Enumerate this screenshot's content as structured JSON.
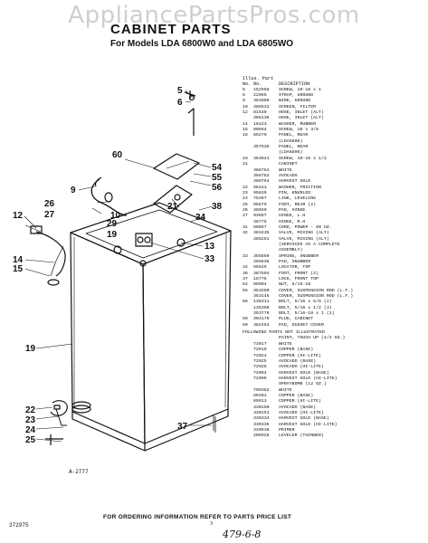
{
  "watermark": "AppliancePartsPros.com",
  "title": "CABINET PARTS",
  "subtitle": "For Models LDA 6800W0 and LDA 6805WO",
  "parts_table": {
    "header_top": "Illus. Part",
    "col_no": "No.",
    "col_part": "No.",
    "col_desc": "DESCRIPTION",
    "rows": [
      [
        "5",
        "152968",
        "SCREW, 10-16 x 1"
      ],
      [
        "6",
        "22965",
        "STRAP, GROUND"
      ],
      [
        "9",
        "384089",
        "WIRE, GROUND"
      ],
      [
        "10",
        "386531",
        "SCREEN, FILTER"
      ],
      [
        "12",
        "81539",
        "HOSE, INLET (ALT)"
      ],
      [
        "",
        "386138",
        "HOSE, INLET (ALT)"
      ],
      [
        "14",
        "16123",
        "WASHER, RUBBER"
      ],
      [
        "15",
        "90664",
        "SCREW, 10 x 3/8"
      ],
      [
        "16",
        "65279",
        "PANEL, REAR"
      ],
      [
        "",
        "",
        "(LDA6800)"
      ],
      [
        "",
        "357535",
        "PANEL, REAR"
      ],
      [
        "",
        "",
        "(LDA6805)"
      ],
      [
        "19",
        "363641",
        "SCREW, 10-16 x 1/2"
      ],
      [
        "21",
        "",
        "CABINET"
      ],
      [
        "",
        "368761",
        "WHITE"
      ],
      [
        "",
        "368763",
        "AVOCADO"
      ],
      [
        "",
        "368764",
        "HARVEST GOLD"
      ],
      [
        "22",
        "98411",
        "WASHER, FRICTION"
      ],
      [
        "23",
        "95639",
        "PIN, KNURLED"
      ],
      [
        "24",
        "75387",
        "LINK, LEVELING"
      ],
      [
        "25",
        "95679",
        "FOOT, REAR (2)"
      ],
      [
        "26",
        "38049",
        "PAD, HINGE"
      ],
      [
        "27",
        "93657",
        "HINGE, L.H"
      ],
      [
        "",
        "38775",
        "HINGE, R.H"
      ],
      [
        "31",
        "90667",
        "CORD, POWER - 60 HZ."
      ],
      [
        "32",
        "383435",
        "VALVE, MIXING (ALT)"
      ],
      [
        "",
        "385251",
        "VALVE, MIXING (ALT)"
      ],
      [
        "",
        "",
        "(SERVICED AS A COMPLETE"
      ],
      [
        "",
        "",
        "ASSEMBLY)"
      ],
      [
        "33",
        "355859",
        "SPRING, SNUBBER"
      ],
      [
        "",
        "365635",
        "PAD, SNUBBER"
      ],
      [
        "34",
        "95649",
        "LOCATOR, TOP"
      ],
      [
        "36",
        "387594",
        "FOOT, FRONT (2)"
      ],
      [
        "37",
        "18776",
        "LOCK, FRONT TOP"
      ],
      [
        "54",
        "90904",
        "NUT, 5/16-18"
      ],
      [
        "55",
        "353299",
        "COVER, SUSPENSION ROD (L.F.)"
      ],
      [
        "",
        "353145",
        "COVER, SUSPENSION ROD (L.F.)"
      ],
      [
        "56",
        "136311",
        "BOLT, 5/16 x 5/8 (2)"
      ],
      [
        "",
        "135368",
        "BOLT, 5/16 x 1/2 (3)"
      ],
      [
        "",
        "353770",
        "BOLT, 5/16-18 x 1 (1)"
      ],
      [
        "59",
        "304179",
        "PLUG, CABINET"
      ],
      [
        "60",
        "382454",
        "PAD, OUSSEY COVER"
      ]
    ],
    "following_heading": "FOLLOWING PARTS NOT ILLUSTRATED",
    "following_rows": [
      [
        "",
        "",
        "PAINT, TOUCH UP (1/2 OZ.)"
      ],
      [
        "",
        "73017",
        "WHITE"
      ],
      [
        "",
        "72019",
        "COPPER (BASE)"
      ],
      [
        "",
        "72024",
        "COPPER (HI-LITE)"
      ],
      [
        "",
        "72025",
        "AVOCADO (BASE)"
      ],
      [
        "",
        "72026",
        "AVOCADO (HI-LITE)"
      ],
      [
        "",
        "72094",
        "HARVEST GOLD (BASE)"
      ],
      [
        "",
        "72095",
        "HARVEST GOLD (HI-LITE)"
      ],
      [
        "",
        "",
        "SPRAYBOMB (12 OZ.)"
      ],
      [
        "",
        "799362",
        "WHITE"
      ],
      [
        "",
        "89401",
        "COPPER (BASE)"
      ],
      [
        "",
        "89913",
        "COPPER (HI-LITE)"
      ],
      [
        "",
        "330150",
        "AVOCADO (BASE)"
      ],
      [
        "",
        "330151",
        "AVOCADO (HI-LITE)"
      ],
      [
        "",
        "330334",
        "HARVEST GOLD (BASE)"
      ],
      [
        "",
        "330335",
        "HARVEST GOLD (HI-LITE)"
      ],
      [
        "",
        "340538",
        "PRIMER"
      ],
      [
        "",
        "206925",
        "LEVELER (THINNER)"
      ]
    ]
  },
  "diagram": {
    "figure_id": "A-2777",
    "callouts": {
      "c5": "5",
      "c6": "6",
      "c60": "60",
      "c54": "54",
      "c55": "55",
      "c56": "56",
      "c9": "9",
      "c10": "10",
      "c26": "26",
      "c27": "27",
      "c21": "21",
      "c38": "38",
      "c12": "12",
      "c29": "29",
      "c34": "34",
      "c19a": "19",
      "c13": "13",
      "c33": "33",
      "c14": "14",
      "c15": "15",
      "c19b": "19",
      "c22": "22",
      "c23": "23",
      "c24": "24",
      "c25": "25",
      "c37": "37"
    }
  },
  "footer": {
    "instruction": "FOR ORDERING INFORMATION REFER TO PARTS PRICE LIST",
    "doc_number": "372975",
    "page_number": "3",
    "handwriting": "479-6-8"
  }
}
